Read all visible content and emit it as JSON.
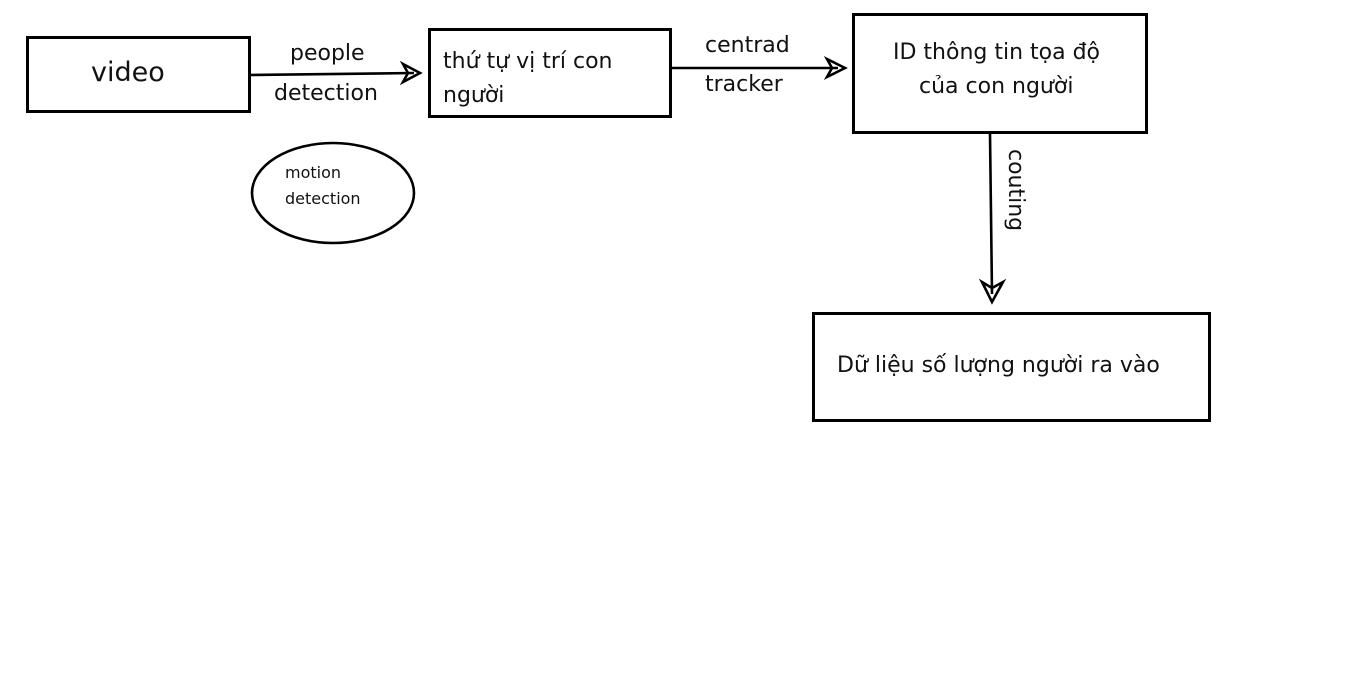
{
  "nodes": {
    "video": "video",
    "position": [
      "thứ tự vị trí con",
      "người"
    ],
    "id_info": [
      "ID thông tin tọa độ",
      "của con người"
    ],
    "data": "Dữ liệu số lượng người ra vào",
    "motion": [
      "motion",
      "detection"
    ]
  },
  "edges": {
    "people_detection": [
      "people",
      "detection"
    ],
    "centrad_tracker": [
      "centrad",
      "tracker"
    ],
    "couting": "couting"
  }
}
